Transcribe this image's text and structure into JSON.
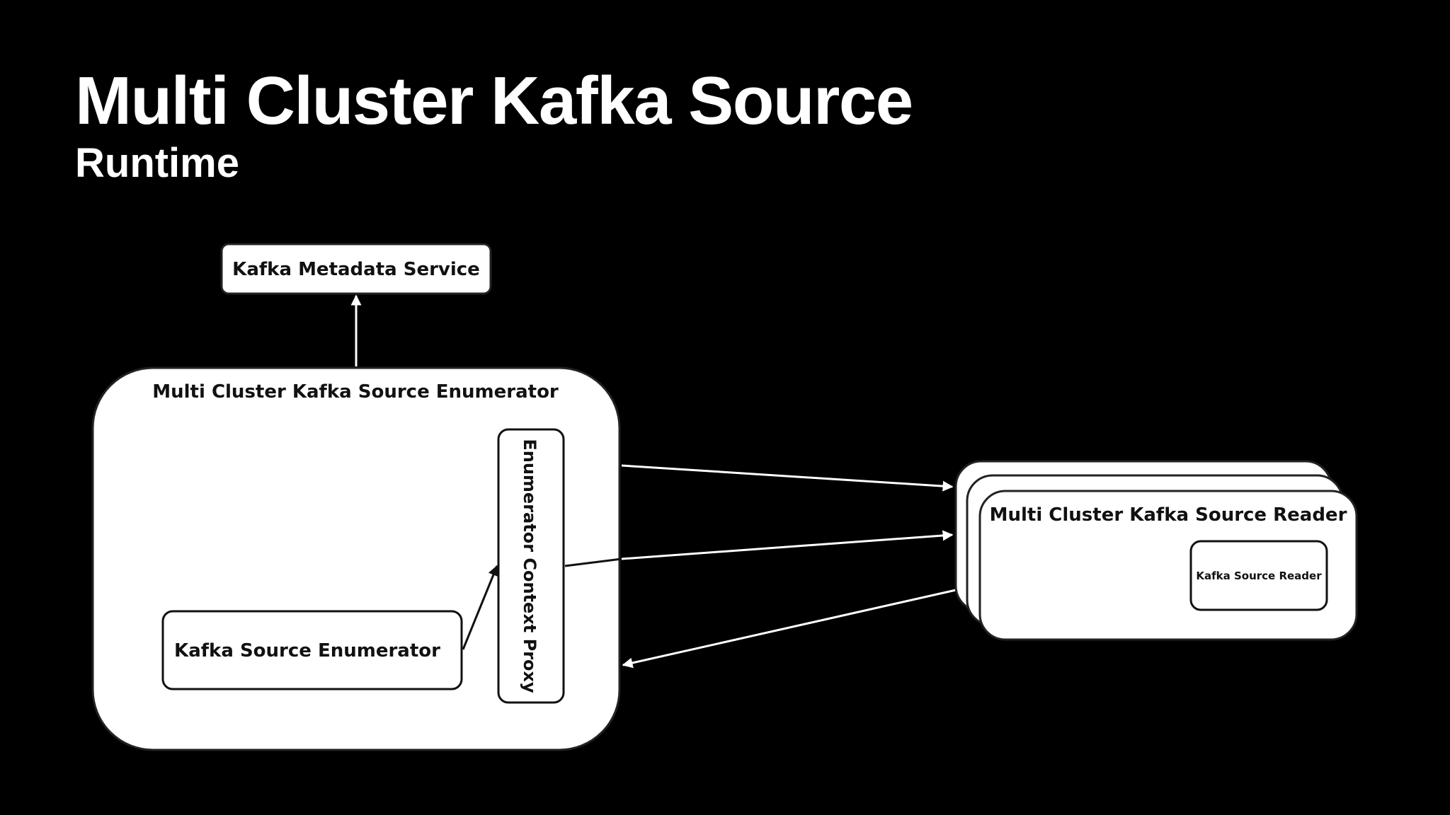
{
  "slide": {
    "title": "Multi Cluster Kafka Source",
    "subtitle": "Runtime"
  },
  "diagram": {
    "metadata_service": "Kafka Metadata Service",
    "enumerator": {
      "title": "Multi Cluster Kafka Source Enumerator",
      "inner": "Kafka Source Enumerator",
      "proxy": "Enumerator Context Proxy"
    },
    "reader": {
      "title": "Multi Cluster Kafka Source Reader",
      "inner": "Kafka Source Reader"
    }
  },
  "colors": {
    "background": "#000000",
    "box_fill": "#ffffff",
    "box_stroke": "#111111",
    "arrow": "#ffffff",
    "text_light": "#ffffff",
    "text_dark": "#111111"
  }
}
